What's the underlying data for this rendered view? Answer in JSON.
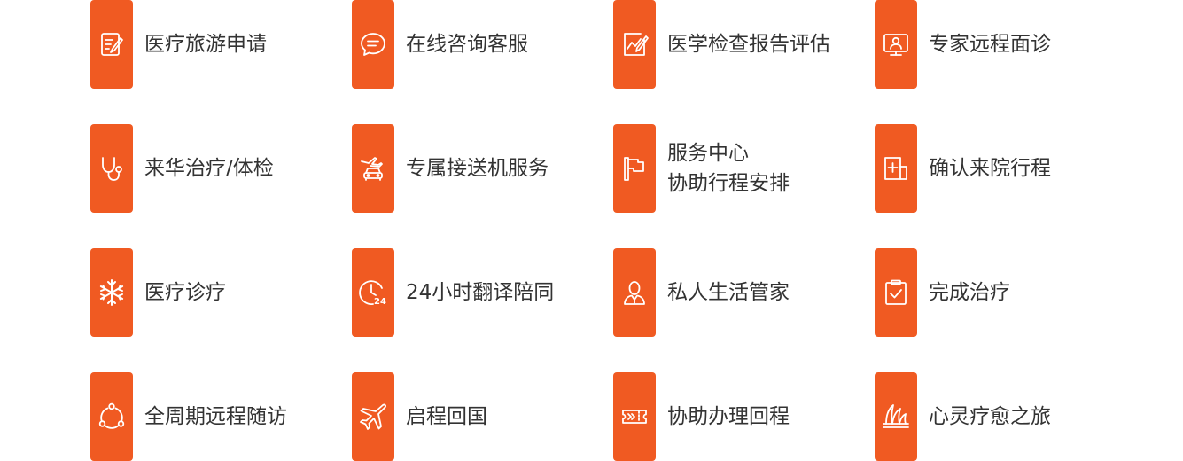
{
  "accent_color": "#f05a22",
  "text_color": "#333333",
  "services": [
    {
      "icon": "edit-document-icon",
      "lines": [
        "医疗旅游申请"
      ]
    },
    {
      "icon": "chat-bubble-icon",
      "lines": [
        "在线咨询客服"
      ]
    },
    {
      "icon": "report-chart-icon",
      "lines": [
        "医学检查报告评估"
      ]
    },
    {
      "icon": "video-consult-icon",
      "lines": [
        "专家远程面诊"
      ]
    },
    {
      "icon": "stethoscope-icon",
      "lines": [
        "来华治疗/体检"
      ]
    },
    {
      "icon": "airport-transfer-icon",
      "lines": [
        "专属接送机服务"
      ]
    },
    {
      "icon": "flag-icon",
      "lines": [
        "服务中心",
        "协助行程安排"
      ]
    },
    {
      "icon": "hospital-cross-icon",
      "lines": [
        "确认来院行程"
      ]
    },
    {
      "icon": "snowflake-icon",
      "lines": [
        "医疗诊疗"
      ]
    },
    {
      "icon": "clock-24-icon",
      "lines": [
        "24小时翻译陪同"
      ]
    },
    {
      "icon": "personal-assistant-icon",
      "lines": [
        "私人生活管家"
      ]
    },
    {
      "icon": "clipboard-check-icon",
      "lines": [
        "完成治疗"
      ]
    },
    {
      "icon": "cycle-followup-icon",
      "lines": [
        "全周期远程随访"
      ]
    },
    {
      "icon": "airplane-icon",
      "lines": [
        "启程回国"
      ]
    },
    {
      "icon": "ticket-icon",
      "lines": [
        "协助办理回程"
      ]
    },
    {
      "icon": "opera-house-icon",
      "lines": [
        "心灵疗愈之旅"
      ]
    }
  ]
}
